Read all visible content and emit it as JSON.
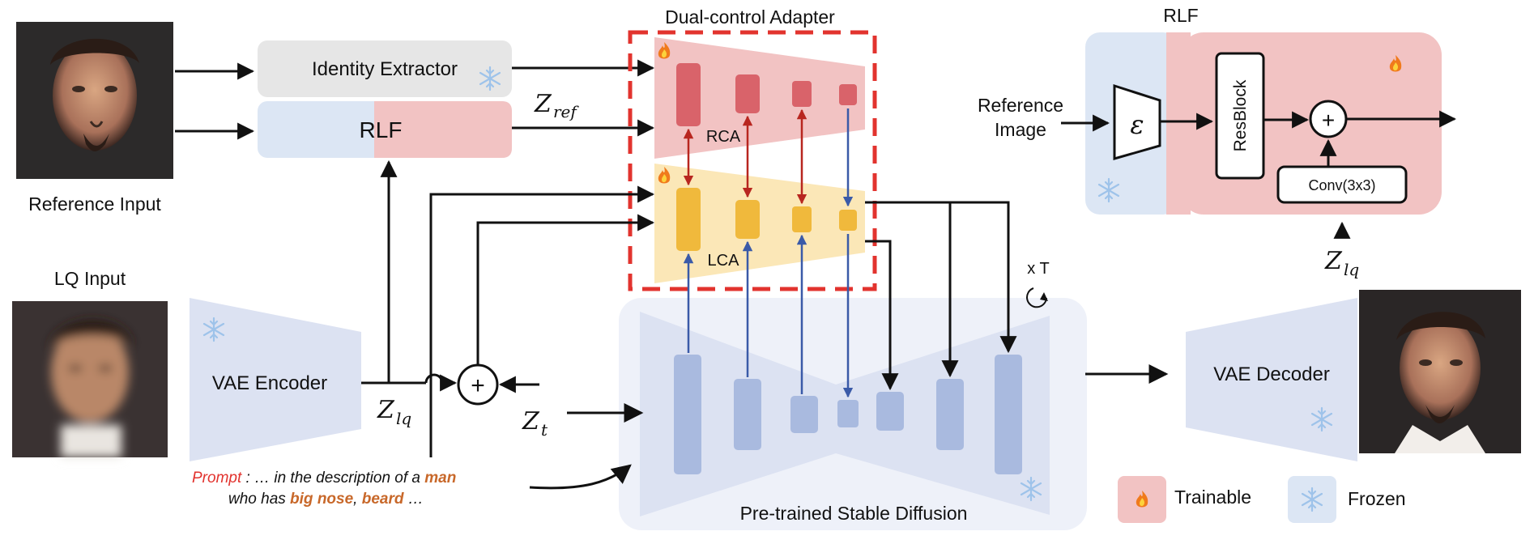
{
  "diagram": {
    "reference_input": {
      "caption": "Reference Input"
    },
    "lq_input": {
      "caption": "LQ Input"
    },
    "identity_extractor": {
      "label": "Identity Extractor"
    },
    "rlf_box": {
      "label": "RLF"
    },
    "z_ref": {
      "label": "Z",
      "sub": "ref"
    },
    "dual_control_adapter": {
      "title": "Dual-control Adapter",
      "rca_label": "RCA",
      "lca_label": "LCA"
    },
    "vae_encoder": {
      "label": "VAE Encoder"
    },
    "z_lq": {
      "label": "Z",
      "sub": "lq"
    },
    "z_t": {
      "label": "Z",
      "sub": "t"
    },
    "plus_symbol": "+",
    "iterations": {
      "label": "x T"
    },
    "stable_diffusion": {
      "label": "Pre-trained Stable Diffusion"
    },
    "vae_decoder": {
      "label": "VAE Decoder"
    },
    "prompt": {
      "prefix": "Prompt",
      "text1": " : … in the description of a ",
      "highlight1": "man",
      "text2": "who has ",
      "highlight2": "big nose",
      "sep": ", ",
      "highlight3": "beard",
      "text3": " …"
    },
    "rlf_detail": {
      "title": "RLF",
      "input_label_line1": "Reference",
      "input_label_line2": "Image",
      "encoder_symbol": "ε",
      "resblock": "ResBlock",
      "conv": "Conv(3x3)",
      "z_lq_label": "Z",
      "z_lq_sub": "lq"
    },
    "legend": {
      "trainable": "Trainable",
      "frozen": "Frozen"
    },
    "colors": {
      "trainable": "#f2c3c3",
      "frozen": "#dce6f4",
      "lca": "#fbe7b7",
      "block_red": "#d9636a",
      "block_yellow": "#f0b93c",
      "block_blue": "#a9badf",
      "dashed_border": "#e2332e",
      "arrow_red": "#b8261f",
      "arrow_blue": "#3a5aa8",
      "highlight_text": "#c8682a",
      "prompt_red": "#e2332e"
    }
  }
}
